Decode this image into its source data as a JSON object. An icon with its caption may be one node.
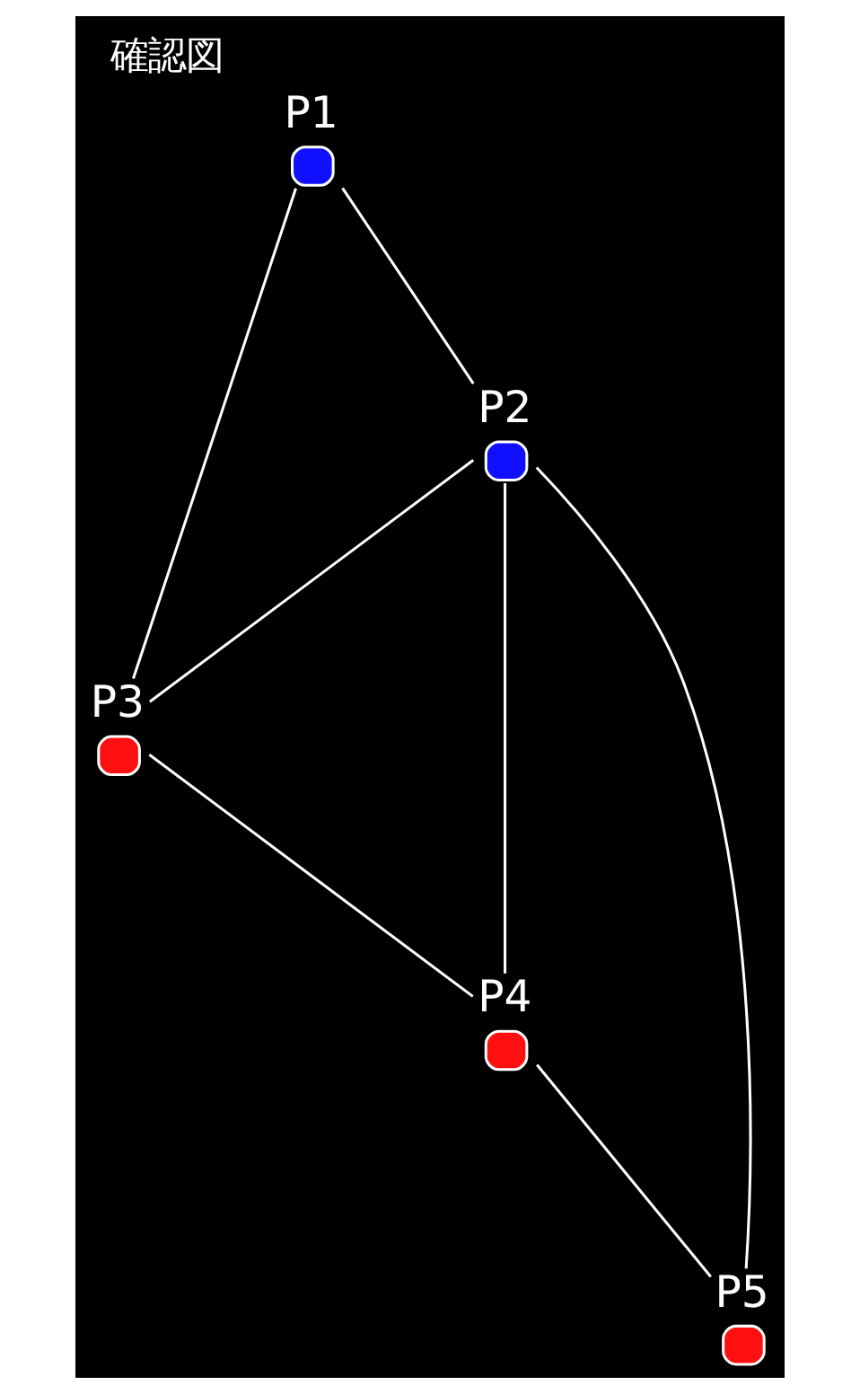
{
  "diagram": {
    "title": "確認図",
    "nodes": [
      {
        "text": [
          "P1"
        ]
      },
      {
        "text": [
          "P2"
        ]
      },
      {
        "text": [
          "P3"
        ]
      },
      {
        "text": [
          "P4"
        ]
      },
      {
        "text": [
          "P5"
        ]
      }
    ],
    "edges": [
      {
        "from": 0,
        "to": 1,
        "arrow": "none"
      },
      {
        "from": 0,
        "to": 2,
        "arrow": "none"
      },
      {
        "from": 1,
        "to": 2,
        "arrow": "none"
      },
      {
        "from": 1,
        "to": 3,
        "arrow": "none"
      },
      {
        "from": 1,
        "to": 4,
        "arrow": "none"
      },
      {
        "from": 2,
        "to": 3,
        "arrow": "none"
      },
      {
        "from": 3,
        "to": 4,
        "arrow": "none"
      }
    ]
  }
}
